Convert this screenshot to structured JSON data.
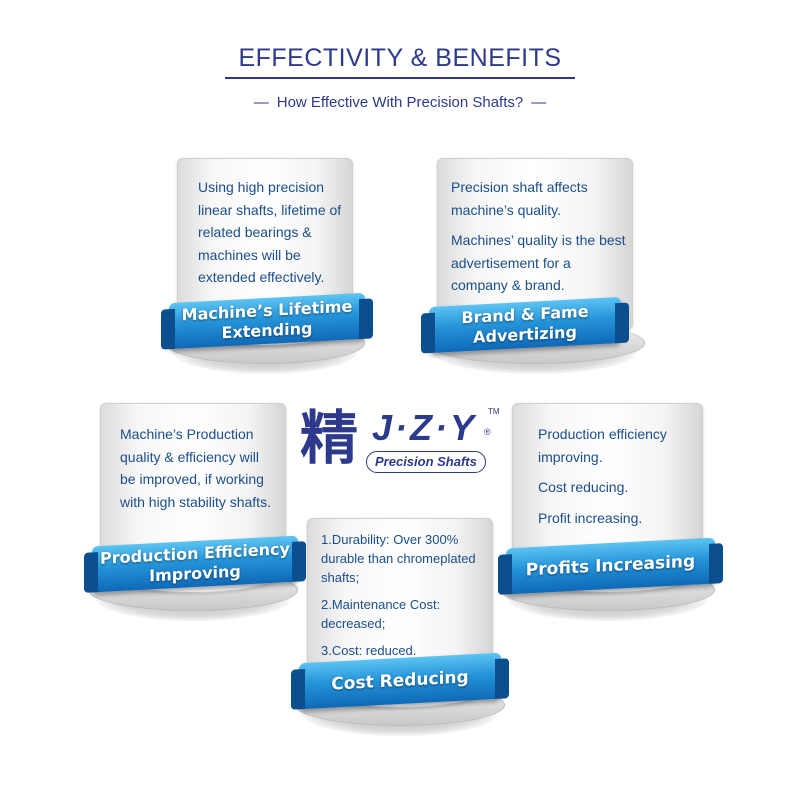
{
  "header": {
    "title": "EFFECTIVITY & BENEFITS",
    "subtitle_dash_left": "—",
    "subtitle": "How Effective With Precision Shafts?",
    "subtitle_dash_right": "—"
  },
  "logo": {
    "kanji": "精",
    "brand": "J·Z·Y",
    "trademark": "TM",
    "registered": "®",
    "tagline": "Precision Shafts"
  },
  "cards": [
    {
      "paragraphs": [
        "Using high precision linear shafts, lifetime of related bearings & machines will be extended effectively."
      ],
      "banner": [
        "Machine’s Lifetime",
        "Extending"
      ]
    },
    {
      "paragraphs": [
        "Precision shaft affects machine’s quality.",
        "Machines’ quality is the best advertisement for a company & brand."
      ],
      "banner": [
        "Brand & Fame",
        "Advertizing"
      ]
    },
    {
      "paragraphs": [
        "Machine’s Production quality & efficiency will be improved, if working with high stability shafts."
      ],
      "banner": [
        "Production Efficiency",
        "Improving"
      ]
    },
    {
      "paragraphs": [
        "Production efficiency improving.",
        "Cost reducing.",
        "Profit increasing."
      ],
      "banner": [
        "Profits Increasing"
      ]
    },
    {
      "paragraphs": [
        "1.Durability: Over 300% durable than chromeplated shafts;",
        "2.Maintenance Cost: decreased;",
        "3.Cost: reduced."
      ],
      "banner": [
        "Cost Reducing"
      ]
    }
  ],
  "colors": {
    "title": "#2d3a8c",
    "body_text": "#1b4e8c",
    "banner_light": "#5cc4f3",
    "banner_dark": "#0f69b8"
  }
}
